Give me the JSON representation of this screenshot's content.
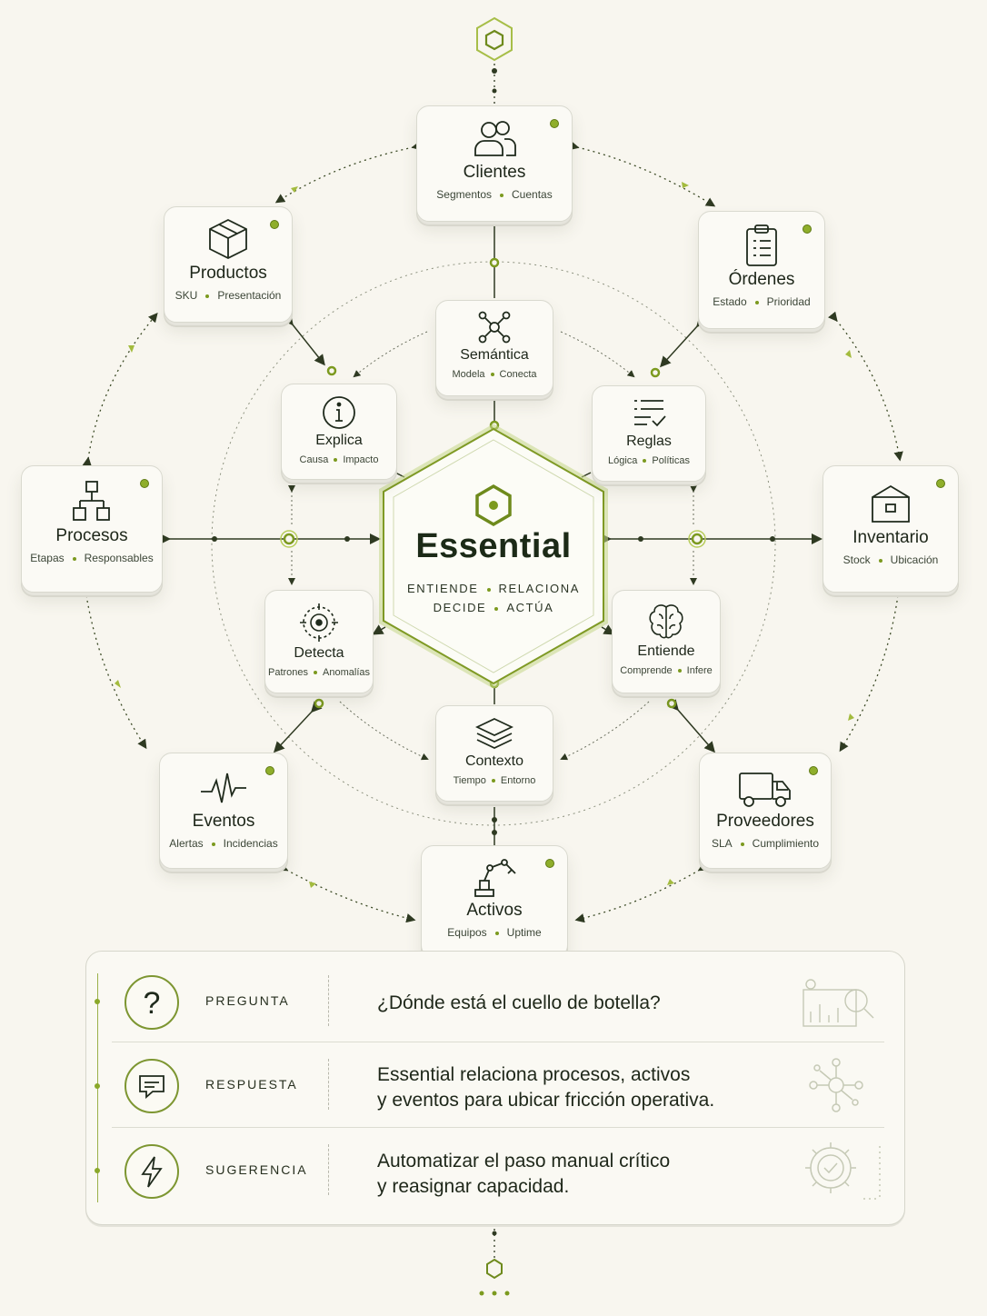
{
  "hub": {
    "title": "Essential",
    "line1": [
      "ENTIENDE",
      "RELACIONA"
    ],
    "line2": [
      "DECIDE",
      "ACTÚA"
    ]
  },
  "outer_nodes": [
    {
      "id": "clientes",
      "title": "Clientes",
      "tags": [
        "Segmentos",
        "Cuentas"
      ],
      "icon": "users-icon"
    },
    {
      "id": "ordenes",
      "title": "Órdenes",
      "tags": [
        "Estado",
        "Prioridad"
      ],
      "icon": "clipboard-icon"
    },
    {
      "id": "inventario",
      "title": "Inventario",
      "tags": [
        "Stock",
        "Ubicación"
      ],
      "icon": "warehouse-icon"
    },
    {
      "id": "proveedores",
      "title": "Proveedores",
      "tags": [
        "SLA",
        "Cumplimiento"
      ],
      "icon": "truck-icon"
    },
    {
      "id": "activos",
      "title": "Activos",
      "tags": [
        "Equipos",
        "Uptime"
      ],
      "icon": "robot-arm-icon"
    },
    {
      "id": "eventos",
      "title": "Eventos",
      "tags": [
        "Alertas",
        "Incidencias"
      ],
      "icon": "pulse-icon"
    },
    {
      "id": "procesos",
      "title": "Procesos",
      "tags": [
        "Etapas",
        "Responsables"
      ],
      "icon": "hierarchy-icon"
    },
    {
      "id": "productos",
      "title": "Productos",
      "tags": [
        "SKU",
        "Presentación"
      ],
      "icon": "box-icon"
    }
  ],
  "inner_nodes": [
    {
      "id": "semantica",
      "title": "Semántica",
      "tags": [
        "Modela",
        "Conecta"
      ],
      "icon": "network-icon"
    },
    {
      "id": "reglas",
      "title": "Reglas",
      "tags": [
        "Lógica",
        "Políticas"
      ],
      "icon": "checklist-icon"
    },
    {
      "id": "entiende",
      "title": "Entiende",
      "tags": [
        "Comprende",
        "Infere"
      ],
      "icon": "brain-icon"
    },
    {
      "id": "contexto",
      "title": "Contexto",
      "tags": [
        "Tiempo",
        "Entorno"
      ],
      "icon": "layers-icon"
    },
    {
      "id": "detecta",
      "title": "Detecta",
      "tags": [
        "Patrones",
        "Anomalías"
      ],
      "icon": "target-icon"
    },
    {
      "id": "explica",
      "title": "Explica",
      "tags": [
        "Causa",
        "Impacto"
      ],
      "icon": "info-icon"
    }
  ],
  "panel": {
    "rows": [
      {
        "kind": "PREGUNTA",
        "lines": [
          "¿Dónde está el cuello de botella?"
        ],
        "icon": "question-icon",
        "art": "chart-search-icon"
      },
      {
        "kind": "RESPUESTA",
        "lines": [
          "Essential relaciona procesos, activos",
          "y eventos para ubicar fricción operativa."
        ],
        "icon": "chat-icon",
        "art": "network-icon"
      },
      {
        "kind": "SUGERENCIA",
        "lines": [
          "Automatizar el paso manual crítico",
          "y reasignar capacidad."
        ],
        "icon": "bolt-icon",
        "art": "gear-check-icon"
      }
    ]
  },
  "colors": {
    "background": "#f8f6ef",
    "accent": "#7c9a1f",
    "accent_light": "#b7cc5a",
    "line": "#2f3a22",
    "card_border": "#d9d9cf"
  }
}
